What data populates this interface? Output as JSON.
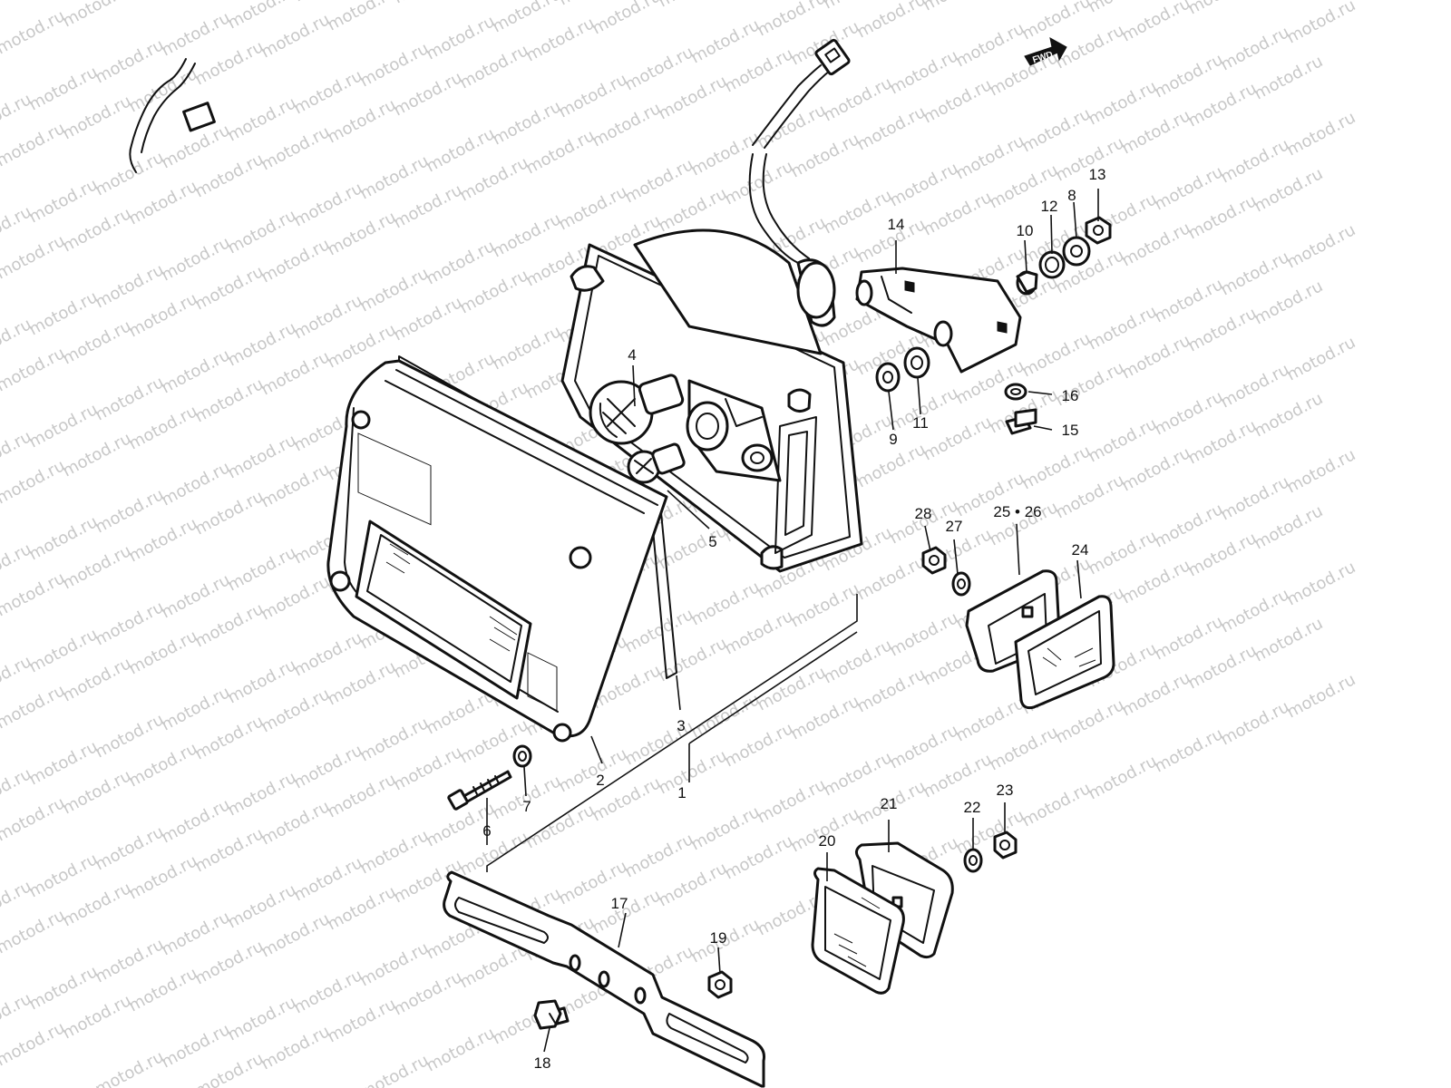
{
  "watermark": {
    "text": "motod.ru"
  },
  "fwd_badge": {
    "text": "FWD"
  },
  "callouts": [
    "1",
    "2",
    "3",
    "4",
    "5",
    "6",
    "7",
    "8",
    "9",
    "10",
    "11",
    "12",
    "13",
    "14",
    "15",
    "16",
    "17",
    "18",
    "19",
    "20",
    "21",
    "22",
    "23",
    "24",
    "25 • 26",
    "27",
    "28"
  ]
}
